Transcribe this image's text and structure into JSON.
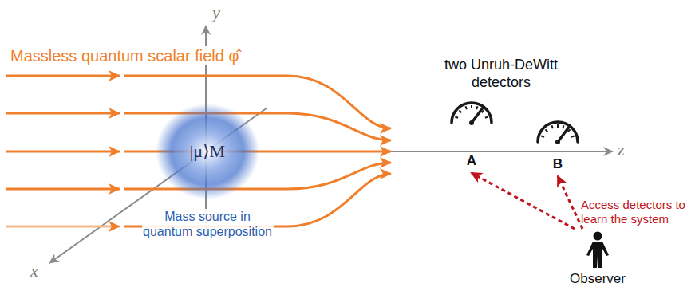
{
  "diagram": {
    "nodes": [
      {
        "text": [
          "|μ⟩M",
          "Mass source in quantum superposition"
        ]
      },
      {
        "text": [
          "A"
        ]
      },
      {
        "text": [
          "B"
        ]
      },
      {
        "text": [
          "Observer"
        ]
      }
    ],
    "edges": [
      {
        "from": 3,
        "to": 1,
        "arrow": "to"
      },
      {
        "from": 3,
        "to": 2,
        "arrow": "to",
        "label": "Access detectors to learn the system"
      }
    ],
    "labels": [
      "y",
      "x",
      "z",
      "Massless quantum scalar field φ̂",
      "two Unruh-DeWitt detectors"
    ]
  }
}
